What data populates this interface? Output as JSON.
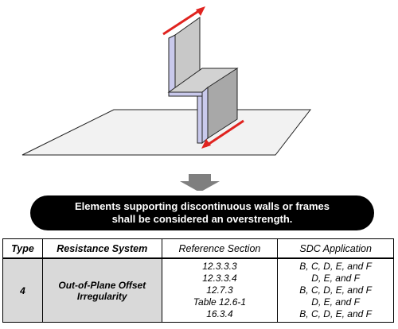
{
  "colors": {
    "wall_face": "#c8c8c8",
    "wall_side": "#a8a8a8",
    "offset_face": "#c9c9ec",
    "arrow": "#e0231f",
    "down_arrow": "#7f7f7f",
    "table_shade": "#d9d9d9"
  },
  "banner": {
    "line1": "Elements supporting discontinuous walls or frames",
    "line2": "shall be considered an overstrength."
  },
  "table": {
    "headers": {
      "type": "Type",
      "system": "Resistance System",
      "reference": "Reference Section",
      "sdc": "SDC Application"
    },
    "row": {
      "type": "4",
      "system_line1": "Out-of-Plane Offset",
      "system_line2": "Irregularity",
      "references": [
        "12.3.3.3",
        "12.3.3.4",
        "12.7.3",
        "Table 12.6-1",
        "16.3.4"
      ],
      "sdc": [
        "B, C, D, E, and F",
        "D, E, and F",
        "B, C, D, E, and F",
        "D, E, and F",
        "B, C, D, E, and F"
      ]
    }
  }
}
